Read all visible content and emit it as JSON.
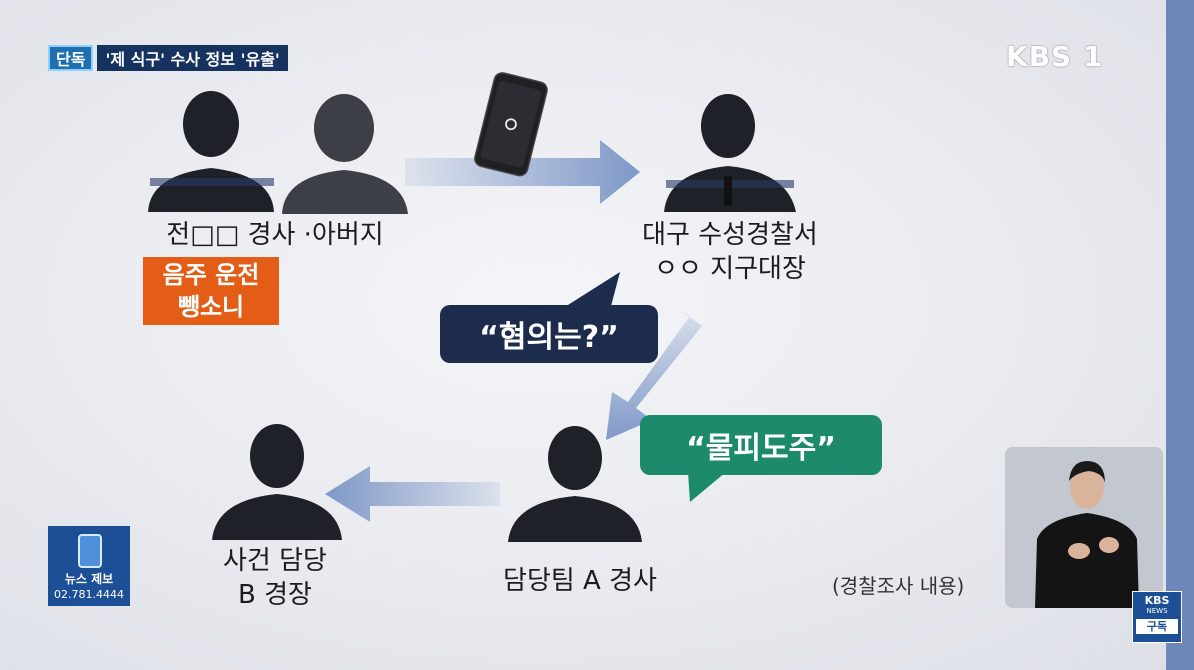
{
  "header": {
    "badge": "단독",
    "headline": "'제 식구' 수사 정보 '유출'"
  },
  "logo": {
    "text": "KBS 1"
  },
  "people": {
    "left_pair_label": "전□□ 경사 ·아버지",
    "station_label_line1": "대구 수성경찰서",
    "station_label_line2": "ㅇㅇ 지구대장",
    "officer_a_label": "담당팀 A 경사",
    "officer_b_label_line1": "사건 담당",
    "officer_b_label_line2": "B 경장"
  },
  "charges": {
    "line1": "음주 운전",
    "line2": "뺑소니"
  },
  "bubbles": {
    "question": "“혐의는?”",
    "answer": "“물피도주”"
  },
  "news_tip": {
    "label": "뉴스 제보",
    "phone": "02.781.4444"
  },
  "caption": "(경찰조사 내용)",
  "subscribe": {
    "brand": "KBS",
    "sub": "NEWS",
    "action": "구독"
  },
  "colors": {
    "orange": "#e35d16",
    "navy_bubble": "#1d2c4d",
    "green_bubble": "#1d8a6b",
    "arrow": "#7f98c8",
    "silhouette": "#1e2128"
  }
}
